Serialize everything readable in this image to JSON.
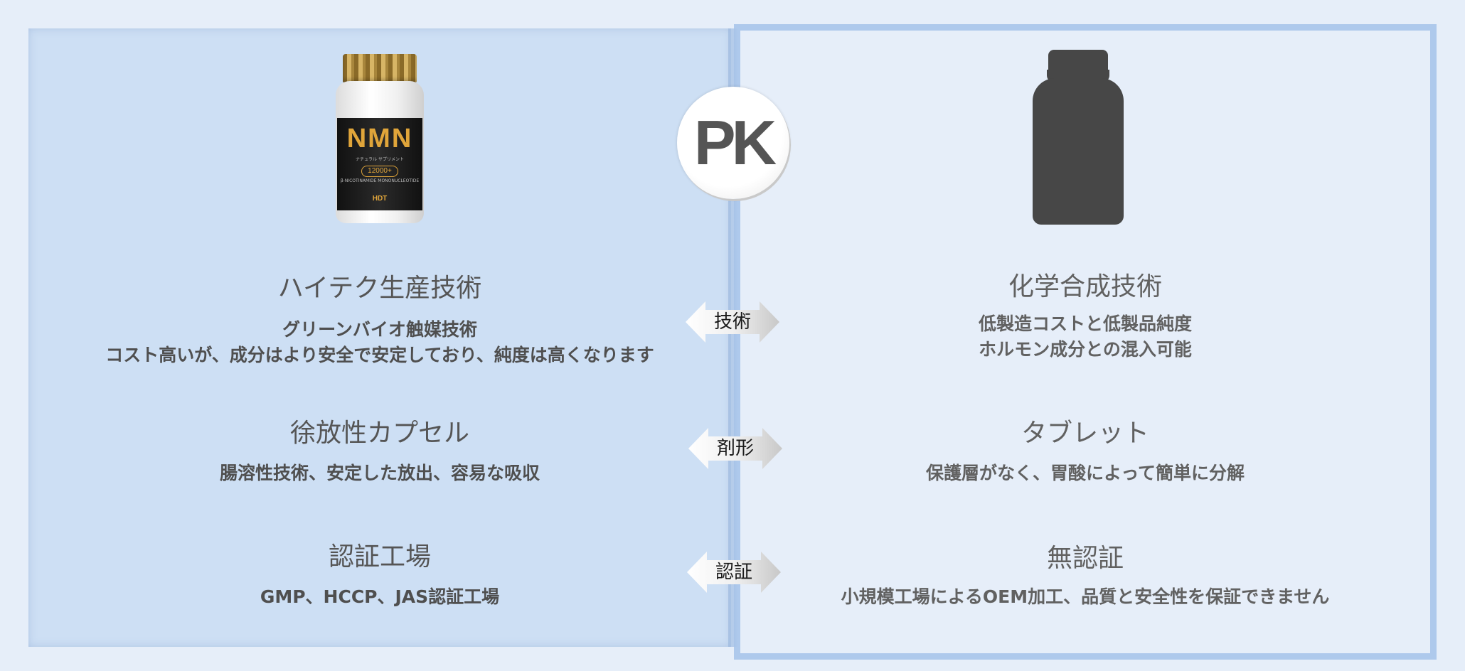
{
  "center_badge": "PK",
  "product_bottle": {
    "brand": "NMN",
    "sub": "ナチュラル サプリメント",
    "amount": "12000+",
    "ingredient": "β-NICOTINAMIDE MONONUCLEOTIDE",
    "maker": "HDT"
  },
  "rows": [
    {
      "arrow_label": "技術",
      "left": {
        "title": "ハイテク生産技術",
        "lines": [
          "グリーンバイオ触媒技術",
          "コスト高いが、成分はより安全で安定しており、純度は高くなります"
        ]
      },
      "right": {
        "title": "化学合成技術",
        "lines": [
          "低製造コストと低製品純度",
          "ホルモン成分との混入可能"
        ]
      }
    },
    {
      "arrow_label": "剤形",
      "left": {
        "title": "徐放性カプセル",
        "lines": [
          "腸溶性技術、安定した放出、容易な吸収"
        ]
      },
      "right": {
        "title": "タブレット",
        "lines": [
          "保護層がなく、胃酸によって簡単に分解"
        ]
      }
    },
    {
      "arrow_label": "認証",
      "left": {
        "title": "認証工場",
        "lines": [
          "GMP、HCCP、JAS認証工場"
        ]
      },
      "right": {
        "title": "無認証",
        "lines": [
          "小規模工場によるOEM加工、品質と安全性を保証できません"
        ]
      }
    }
  ],
  "colors": {
    "left_panel": "#cddff4",
    "right_panel": "#e6eef9",
    "border": "#aec9ec",
    "silhouette": "#474747",
    "nmn_gold": "#e0a53a"
  }
}
